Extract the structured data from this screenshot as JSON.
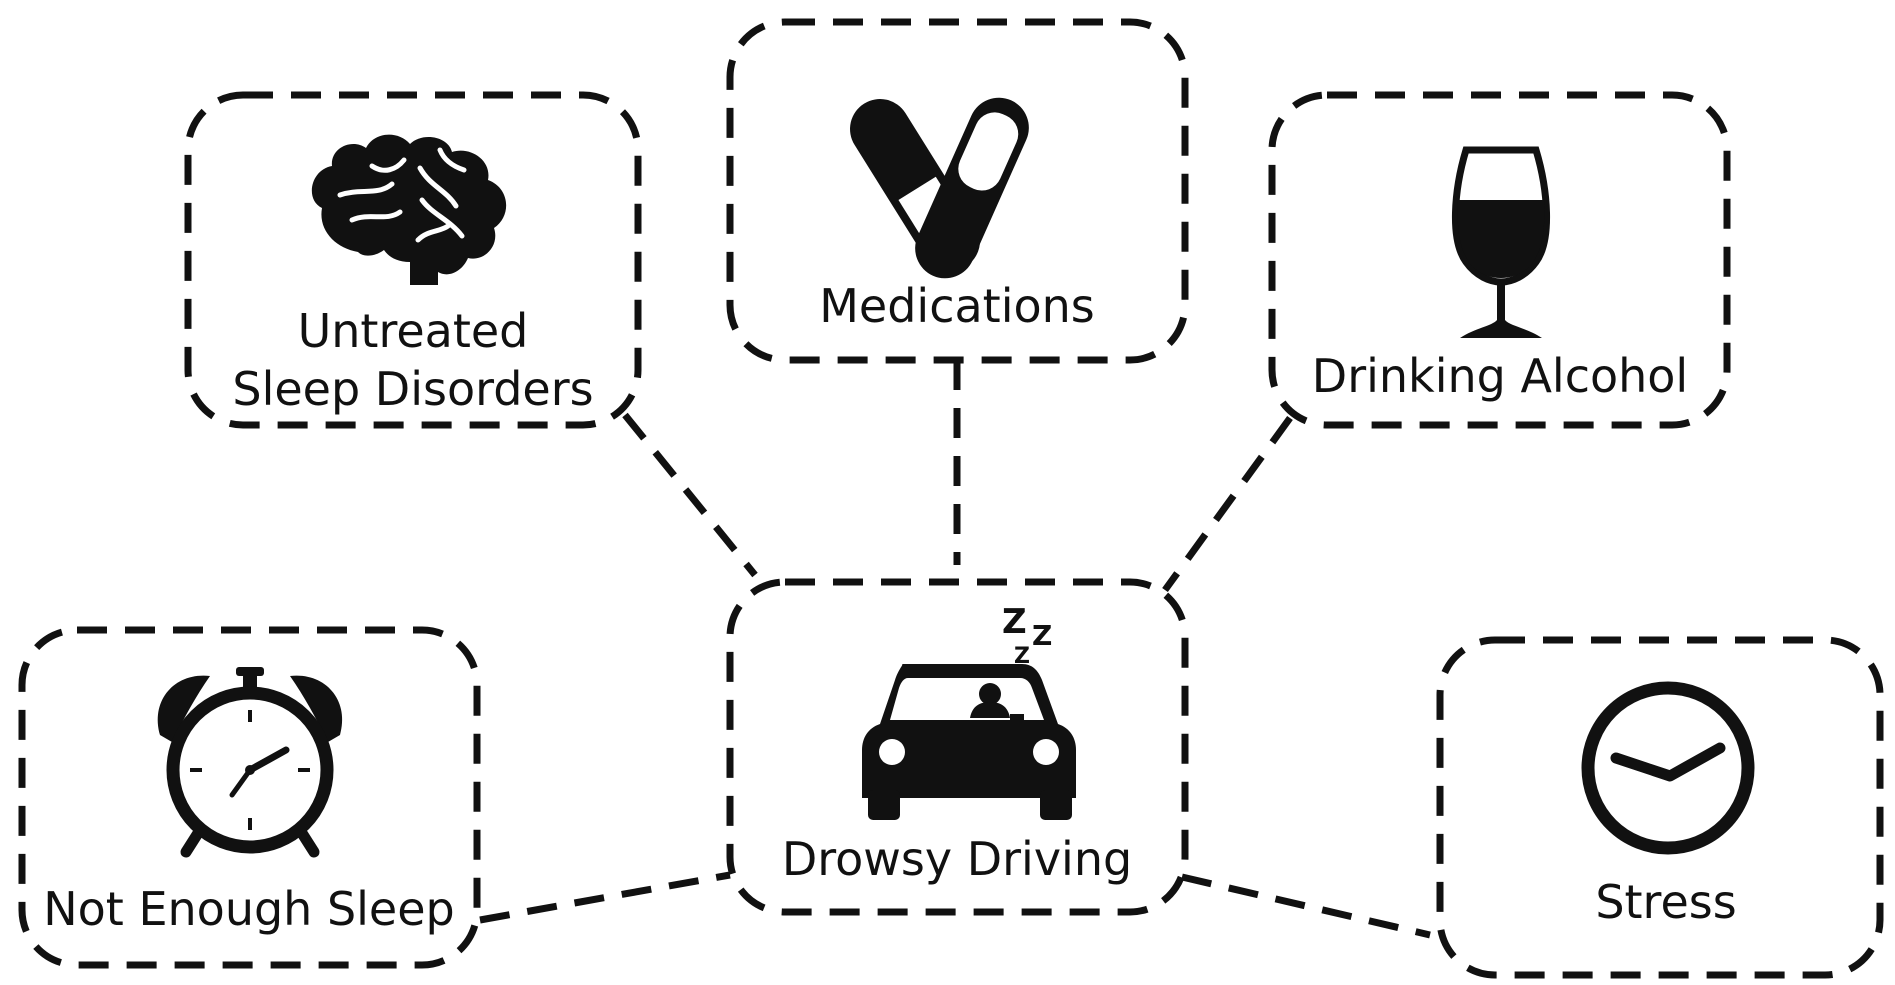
{
  "diagram": {
    "line_color": "#111111",
    "nodes": {
      "sleep_disorders": {
        "label_line1": "Untreated",
        "label_line2": "Sleep Disorders",
        "icon": "brain-icon"
      },
      "medications": {
        "label": "Medications",
        "icon": "pills-icon"
      },
      "alcohol": {
        "label": "Drinking Alcohol",
        "icon": "wine-glass-icon"
      },
      "not_enough_sleep": {
        "label": "Not Enough Sleep",
        "icon": "alarm-clock-icon"
      },
      "drowsy_driving": {
        "label": "Drowsy Driving",
        "icon": "sleeping-driver-car-icon",
        "zzz": "Z"
      },
      "stress": {
        "label": "Stress",
        "icon": "clock-icon"
      }
    }
  }
}
